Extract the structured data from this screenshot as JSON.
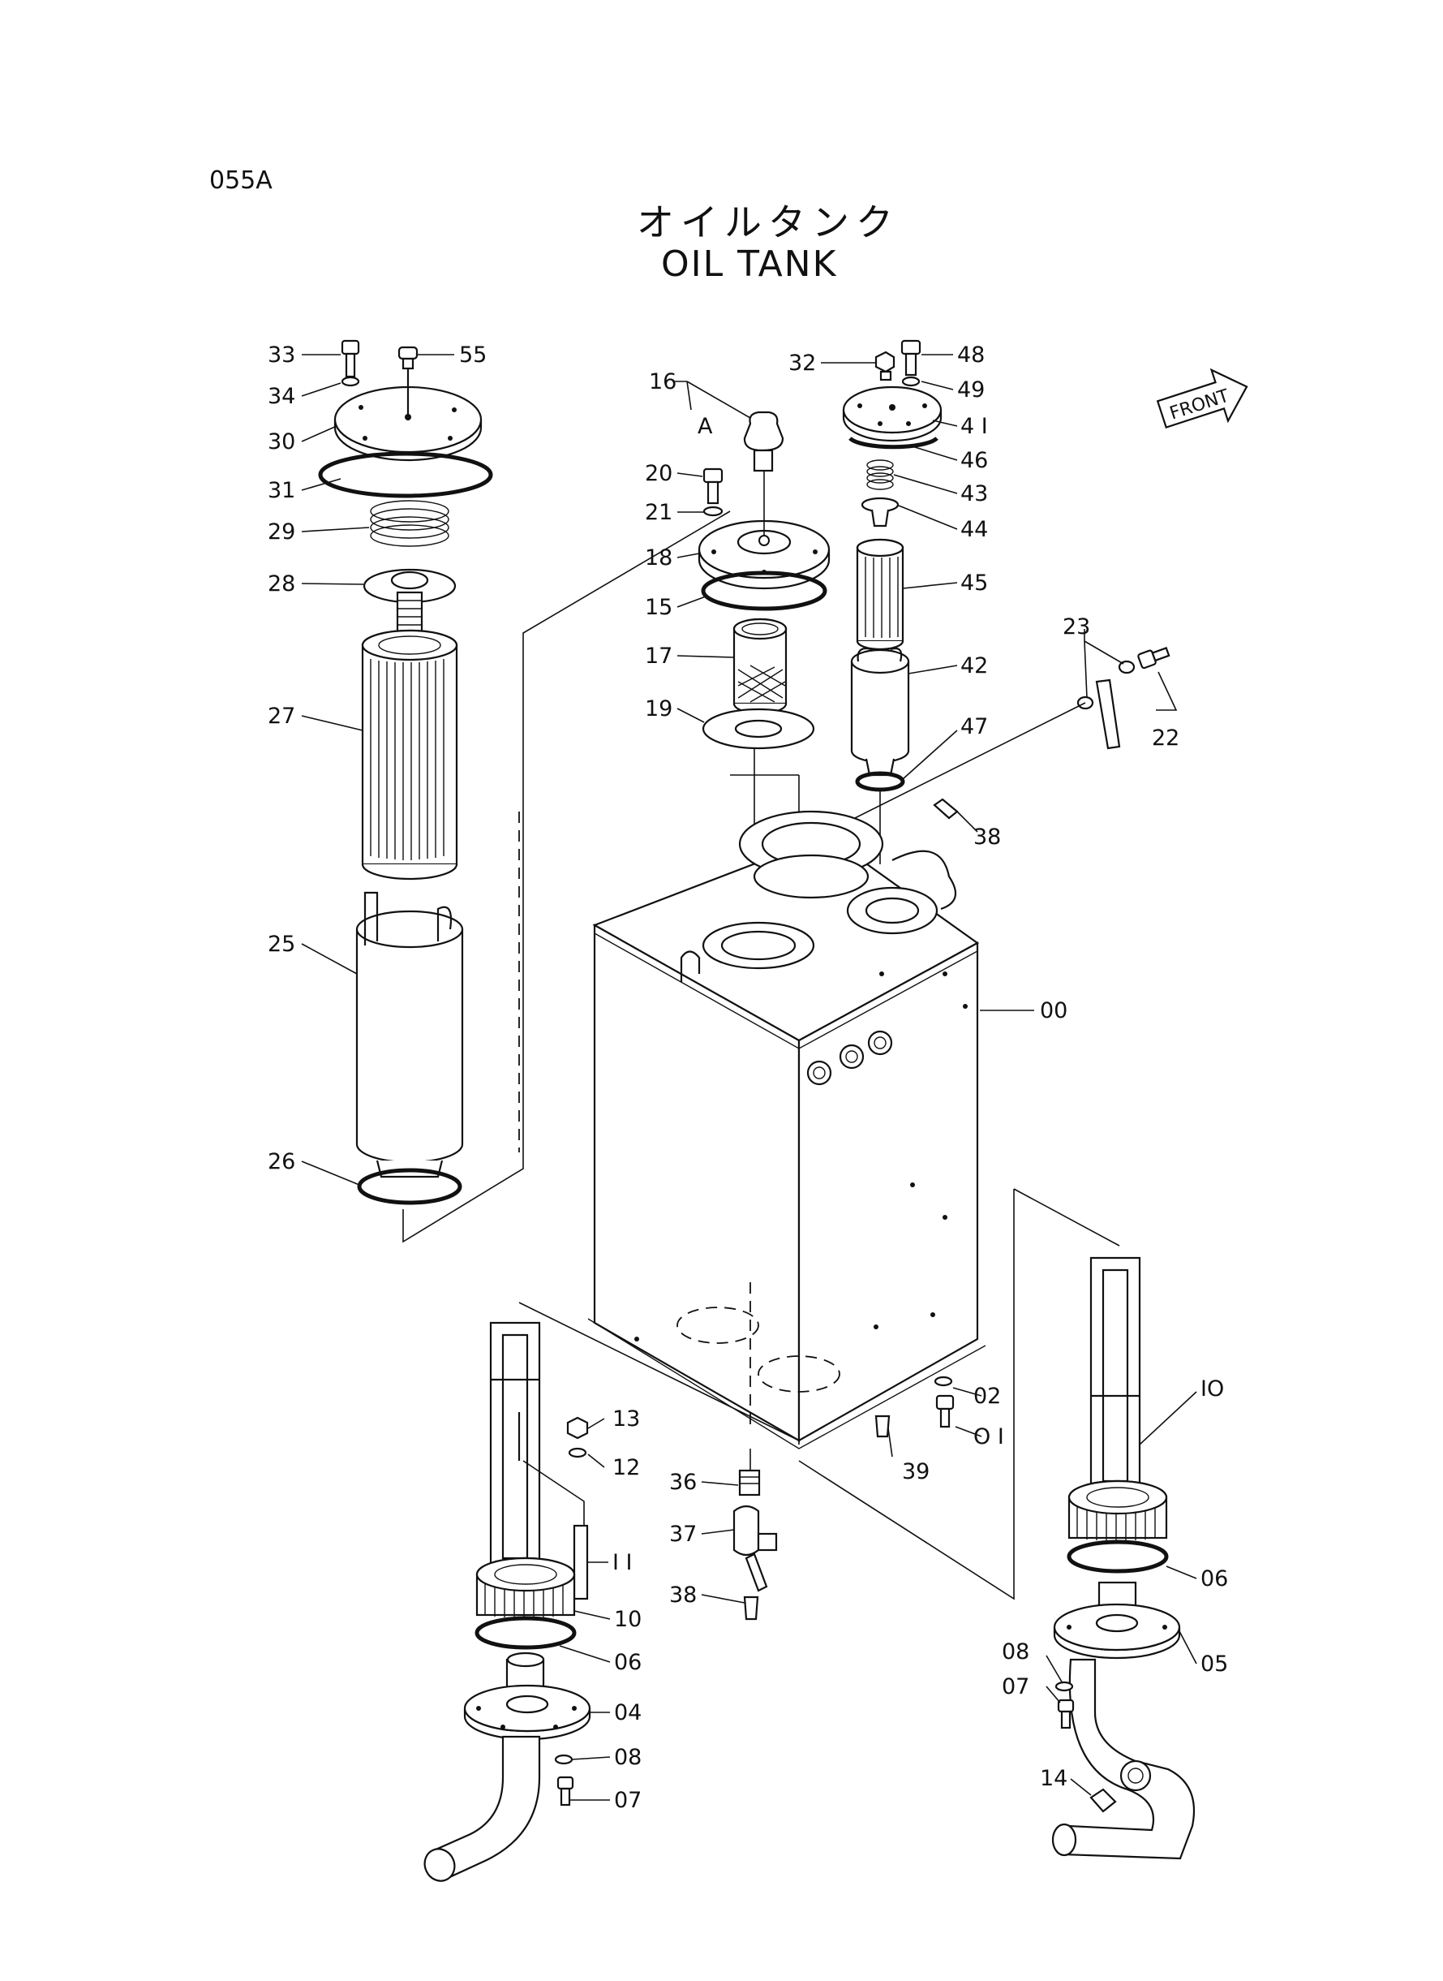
{
  "header": {
    "page_code": "055A",
    "title_jp": "オイルタンク",
    "title_en": "OIL TANK"
  },
  "front_label": "FRONT",
  "callouts": [
    {
      "id": "c33",
      "text": "33"
    },
    {
      "id": "c55",
      "text": "55"
    },
    {
      "id": "c34",
      "text": "34"
    },
    {
      "id": "c30",
      "text": "30"
    },
    {
      "id": "c31",
      "text": "31"
    },
    {
      "id": "c29",
      "text": "29"
    },
    {
      "id": "c28",
      "text": "28"
    },
    {
      "id": "c27",
      "text": "27"
    },
    {
      "id": "c25",
      "text": "25"
    },
    {
      "id": "c26",
      "text": "26"
    },
    {
      "id": "c16",
      "text": "16"
    },
    {
      "id": "cA",
      "text": "A"
    },
    {
      "id": "c20",
      "text": "20"
    },
    {
      "id": "c21",
      "text": "21"
    },
    {
      "id": "c18",
      "text": "18"
    },
    {
      "id": "c15",
      "text": "15"
    },
    {
      "id": "c17",
      "text": "17"
    },
    {
      "id": "c19",
      "text": "19"
    },
    {
      "id": "c32",
      "text": "32"
    },
    {
      "id": "c48",
      "text": "48"
    },
    {
      "id": "c49",
      "text": "49"
    },
    {
      "id": "c41",
      "text": "4 I"
    },
    {
      "id": "c46",
      "text": "46"
    },
    {
      "id": "c43",
      "text": "43"
    },
    {
      "id": "c44",
      "text": "44"
    },
    {
      "id": "c45",
      "text": "45"
    },
    {
      "id": "c42",
      "text": "42"
    },
    {
      "id": "c47",
      "text": "47"
    },
    {
      "id": "c23",
      "text": "23"
    },
    {
      "id": "c22",
      "text": "22"
    },
    {
      "id": "c38a",
      "text": "38"
    },
    {
      "id": "c00",
      "text": "00"
    },
    {
      "id": "c02",
      "text": "02"
    },
    {
      "id": "c01",
      "text": "O I"
    },
    {
      "id": "c39",
      "text": "39"
    },
    {
      "id": "c13",
      "text": "13"
    },
    {
      "id": "c12",
      "text": "12"
    },
    {
      "id": "c36",
      "text": "36"
    },
    {
      "id": "c37",
      "text": "37"
    },
    {
      "id": "c38b",
      "text": "38"
    },
    {
      "id": "c11",
      "text": "I I"
    },
    {
      "id": "c10a",
      "text": "10"
    },
    {
      "id": "c06a",
      "text": "06"
    },
    {
      "id": "c04",
      "text": "04"
    },
    {
      "id": "c08a",
      "text": "08"
    },
    {
      "id": "c07a",
      "text": "07"
    },
    {
      "id": "c10b",
      "text": "IO"
    },
    {
      "id": "c06b",
      "text": "06"
    },
    {
      "id": "c05",
      "text": "05"
    },
    {
      "id": "c08b",
      "text": "08"
    },
    {
      "id": "c07b",
      "text": "07"
    },
    {
      "id": "c14",
      "text": "14"
    }
  ]
}
